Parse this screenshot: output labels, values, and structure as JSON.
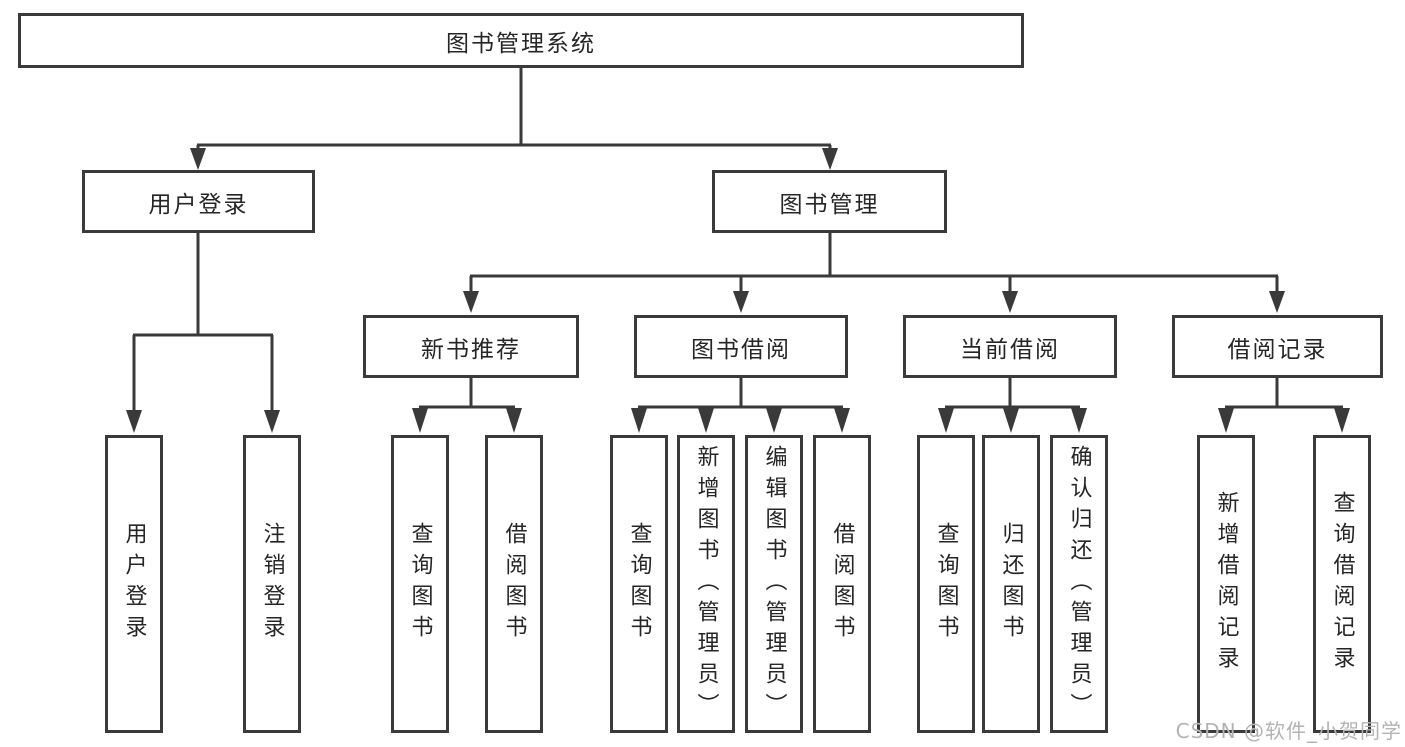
{
  "colors": {
    "line": "#3a3a3a",
    "text": "#262626",
    "node-bg": "#ffffff",
    "watermark": "#b3b3b3",
    "canvas": "#ffffff"
  },
  "title": "图书管理系统",
  "level2": {
    "user_login": "用户登录",
    "book_management": "图书管理"
  },
  "level3": {
    "new_book_recommendation": "新书推荐",
    "book_borrowing": "图书借阅",
    "current_borrowing": "当前借阅",
    "borrowing_records": "借阅记录"
  },
  "leaves": {
    "user_login": [
      "用户登录",
      "注销登录"
    ],
    "new_book_recommendation": [
      "查询图书",
      "借阅图书"
    ],
    "book_borrowing": [
      "查询图书",
      "新增图书（管理员）",
      "编辑图书（管理员）",
      "借阅图书"
    ],
    "current_borrowing": [
      "查询图书",
      "归还图书",
      "确认归还（管理员）"
    ],
    "borrowing_records": [
      "新增借阅记录",
      "查询借阅记录"
    ]
  },
  "watermark": "CSDN @软件_小贺同学"
}
